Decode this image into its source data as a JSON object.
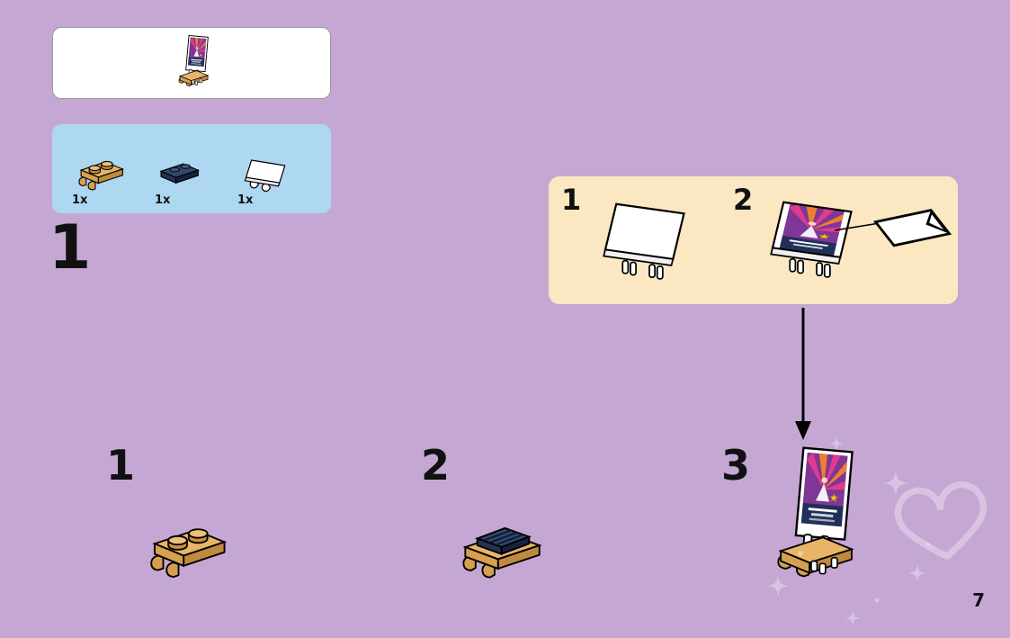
{
  "page": {
    "number": "7"
  },
  "main_step": {
    "label": "1"
  },
  "preview": {
    "piece": "assembled-poster-stand"
  },
  "parts_box": {
    "items": [
      {
        "count": "1x",
        "piece": "tan-clip-plate"
      },
      {
        "count": "1x",
        "piece": "dark-blue-plate"
      },
      {
        "count": "1x",
        "piece": "white-clip-tile"
      }
    ]
  },
  "callout": {
    "steps": [
      {
        "label": "1",
        "piece": "white-clip-tile"
      },
      {
        "label": "2",
        "piece": "poster-sticker-tile"
      }
    ],
    "extra_piece": "sticker-sheet"
  },
  "substeps": [
    {
      "label": "1",
      "piece": "tan-clip-plate"
    },
    {
      "label": "2",
      "piece": "dark-blue-plate-on-tan-clip-plate"
    },
    {
      "label": "3",
      "piece": "assembled-poster-stand"
    }
  ],
  "colors": {
    "background": "#c5a7d4",
    "parts_box_bg": "#aed7f1",
    "callout_bg": "#fbe7c1",
    "tan_brick": "#e8b468",
    "dark_blue_brick": "#32466e",
    "poster_purple": "#7e3796",
    "poster_magenta": "#e13a8e",
    "poster_orange": "#ef7e2e",
    "poster_navy": "#203058",
    "star_gold": "#f2c238"
  }
}
